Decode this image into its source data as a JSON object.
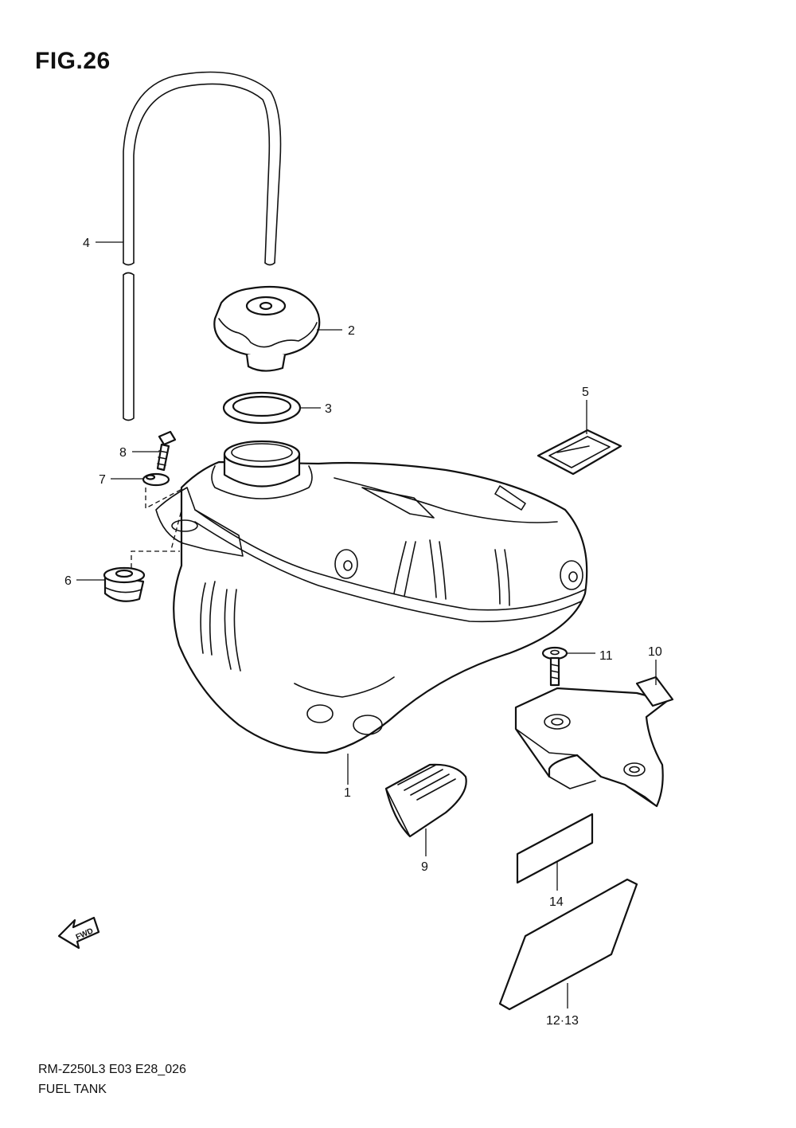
{
  "figure": {
    "title": "FIG.26",
    "model_code": "RM-Z250L3 E03 E28_026",
    "section_name": "FUEL TANK"
  },
  "callouts": {
    "c1": "1",
    "c2": "2",
    "c3": "3",
    "c4": "4",
    "c5": "5",
    "c6": "6",
    "c7": "7",
    "c8": "8",
    "c9": "9",
    "c10": "10",
    "c11": "11",
    "c14": "14",
    "c12_13": "12·13"
  },
  "direction_marker": {
    "label": "FWD",
    "icon": "fwd-arrow-icon"
  }
}
